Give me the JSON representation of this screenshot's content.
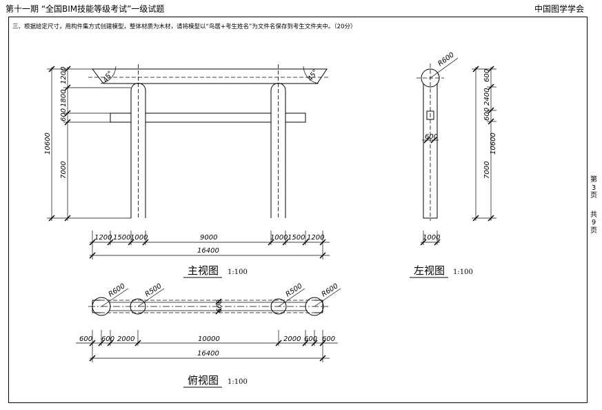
{
  "header": {
    "left_title": "第十一期 “全国BIM技能等级考试”一级试题",
    "right_title": "中国图学学会"
  },
  "question": "三、根据给定尺寸，用构件集方式创建模型，整体材质为木材，请将模型以“鸟居+考生姓名”为文件名保存到考生文件夹中。（20分）",
  "page_info": {
    "chars": [
      "第",
      "3",
      "页",
      "",
      "共",
      "9",
      "页"
    ]
  },
  "views": {
    "front": {
      "title": "主视图",
      "scale": "1:100"
    },
    "left": {
      "title": "左视图",
      "scale": "1:100"
    },
    "top": {
      "title": "俯视图",
      "scale": "1:100"
    }
  },
  "dims": {
    "front_vertical": [
      "1200",
      "1800",
      "600",
      "7000"
    ],
    "front_total_height": "10600",
    "front_horizontal": [
      "1200",
      "1500",
      "1000",
      "9000",
      "1000",
      "1500",
      "1200"
    ],
    "front_total_width": "16400",
    "angle": "45°",
    "left_radius": "R600",
    "left_section": "600",
    "left_vertical": [
      "600",
      "2400",
      "600",
      "7000"
    ],
    "left_total_height": "10600",
    "left_bottom_width": "1000",
    "top_radii": [
      "R600",
      "R500",
      "R500",
      "R600"
    ],
    "top_beam": "600",
    "top_horizontal": [
      "600",
      "600",
      "2000",
      "10000",
      "2000",
      "600",
      "600"
    ],
    "top_total_width": "16400"
  }
}
